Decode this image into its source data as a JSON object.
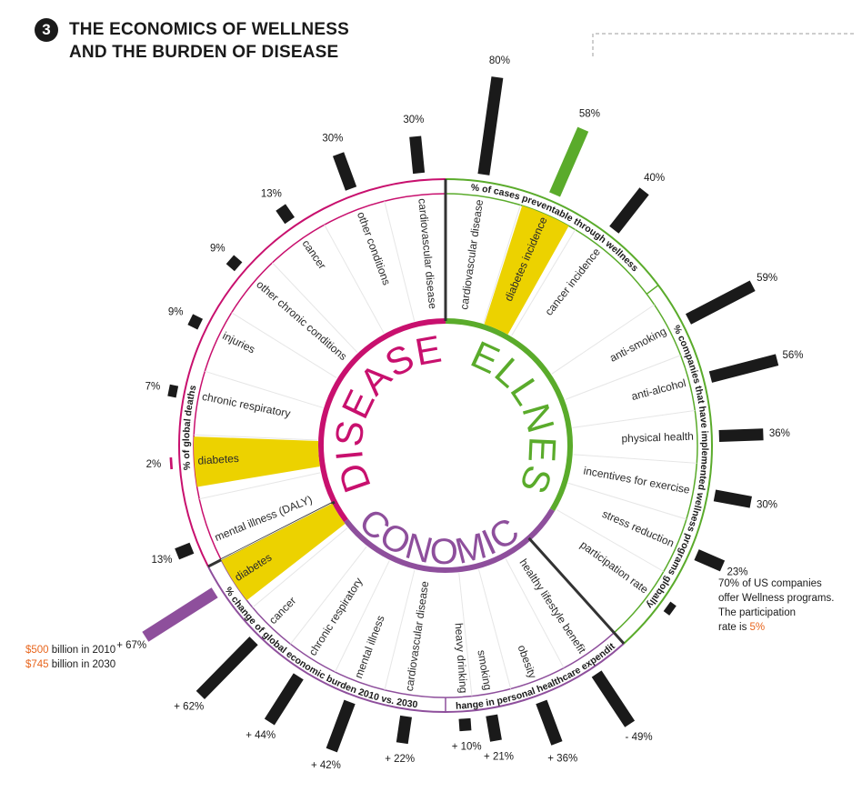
{
  "header": {
    "number": "3",
    "title_line1": "THE ECONOMICS OF WELLNESS",
    "title_line2": "AND THE BURDEN OF DISEASE"
  },
  "colors": {
    "disease": "#c8106e",
    "wellness": "#5aab2b",
    "economics": "#8e4f9c",
    "highlight": "#ecd200",
    "bar": "#1a1a1a",
    "accent_orange": "#e8661e"
  },
  "center_labels": {
    "disease": "DISEASE",
    "wellness": "WELLNESS",
    "economics": "ECONOMICS"
  },
  "wellness_note": {
    "line1": "70% of US companies",
    "line2": "offer Wellness programs.",
    "line3": "The participation",
    "line4_prefix": "rate is ",
    "line4_value": "5%"
  },
  "economics_note": {
    "line1_value": "$500",
    "line1_suffix": " billion in 2010",
    "line2_value": "$745",
    "line2_suffix": " billion in 2030"
  },
  "chart_data": {
    "type": "radial-bar",
    "groups": [
      {
        "name": "% of global deaths",
        "section": "disease",
        "items": [
          {
            "label": "cardiovascular disease",
            "value": 30,
            "value_label": "30%"
          },
          {
            "label": "other conditions",
            "value": 30,
            "value_label": "30%"
          },
          {
            "label": "cancer",
            "value": 13,
            "value_label": "13%"
          },
          {
            "label": "other chronic conditions",
            "value": 9,
            "value_label": "9%"
          },
          {
            "label": "injuries",
            "value": 9,
            "value_label": "9%"
          },
          {
            "label": "chronic respiratory",
            "value": 7,
            "value_label": "7%"
          },
          {
            "label": "diabetes",
            "value": 2,
            "value_label": "2%",
            "highlight": true
          },
          {
            "label": "mental illness (DALY)",
            "value": 13,
            "value_label": "13%"
          }
        ]
      },
      {
        "name": "% of cases preventable through wellness",
        "section": "wellness",
        "items": [
          {
            "label": "cardiovascular disease",
            "value": 80,
            "value_label": "80%"
          },
          {
            "label": "diabetes incidence",
            "value": 58,
            "value_label": "58%",
            "highlight": true
          },
          {
            "label": "cancer incidence",
            "value": 40,
            "value_label": "40%"
          }
        ]
      },
      {
        "name": "% companies that have implemented wellness programs globally",
        "section": "wellness",
        "items": [
          {
            "label": "anti-smoking",
            "value": 59,
            "value_label": "59%"
          },
          {
            "label": "anti-alcohol",
            "value": 56,
            "value_label": "56%"
          },
          {
            "label": "physical health",
            "value": 36,
            "value_label": "36%"
          },
          {
            "label": "incentives for exercise",
            "value": 30,
            "value_label": "30%"
          },
          {
            "label": "stress reduction",
            "value": 23,
            "value_label": "23%"
          },
          {
            "label": "participation rate",
            "value": 5,
            "value_label": ""
          }
        ]
      },
      {
        "name": "% change in personal healthcare expenditure",
        "section": "economics",
        "items": [
          {
            "label": "healthy lifestyle benefit",
            "value": -49,
            "value_label": "- 49%"
          },
          {
            "label": "obesity",
            "value": 36,
            "value_label": "+ 36%"
          },
          {
            "label": "smoking",
            "value": 21,
            "value_label": "+ 21%"
          },
          {
            "label": "heavy drinking",
            "value": 10,
            "value_label": "+ 10%"
          }
        ]
      },
      {
        "name": "% change of global economic burden 2010 vs. 2030",
        "section": "economics",
        "items": [
          {
            "label": "cardiovascular disease",
            "value": 22,
            "value_label": "+ 22%"
          },
          {
            "label": "mental illness",
            "value": 42,
            "value_label": "+ 42%"
          },
          {
            "label": "chronic respiratory",
            "value": 44,
            "value_label": "+ 44%"
          },
          {
            "label": "cancer",
            "value": 62,
            "value_label": "+ 62%"
          },
          {
            "label": "diabetes",
            "value": 67,
            "value_label": "+ 67%",
            "highlight": true
          }
        ]
      }
    ]
  }
}
